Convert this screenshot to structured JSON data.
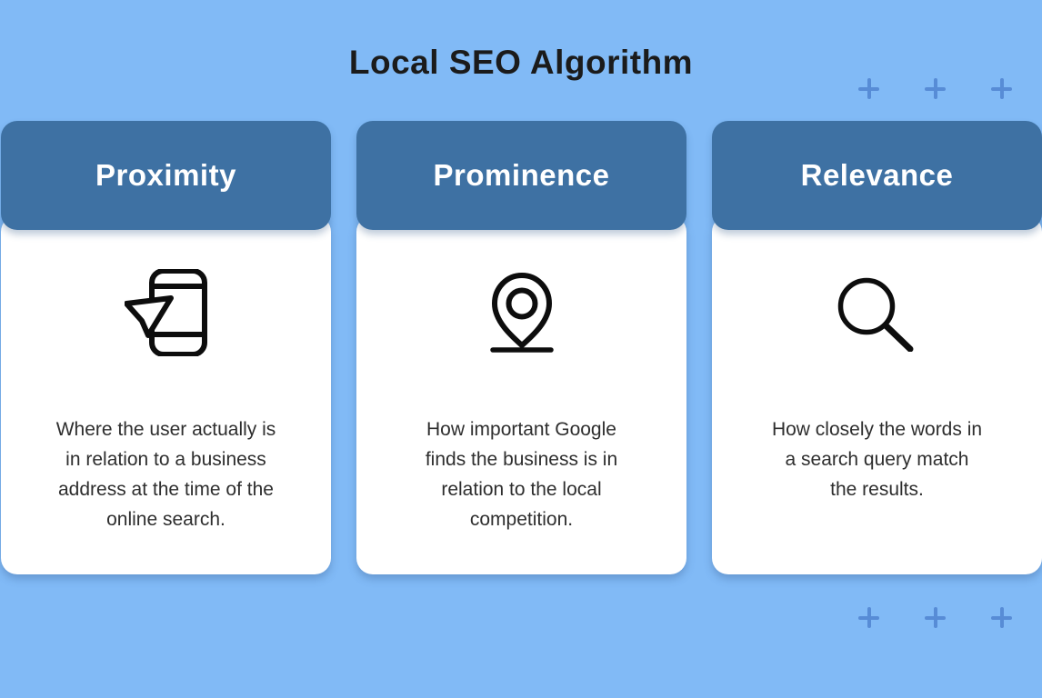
{
  "title": "Local SEO Algorithm",
  "cards": [
    {
      "title": "Proximity",
      "icon": "phone-navigation-icon",
      "description_lines": [
        "Where the user actually is",
        "in relation to a business",
        "address at the time of the",
        "online search."
      ]
    },
    {
      "title": "Prominence",
      "icon": "map-pin-icon",
      "description_lines": [
        "How important Google",
        "finds the business is in",
        "relation to the local",
        "competition."
      ]
    },
    {
      "title": "Relevance",
      "icon": "magnifier-icon",
      "description_lines": [
        "How closely the words in",
        "a search query match",
        "the results."
      ]
    }
  ],
  "decorations": {
    "plus_symbol": "+",
    "top_right_plus_count": 3,
    "bottom_right_plus_count": 3
  },
  "colors": {
    "background": "#81baf6",
    "card_header": "#3e71a3",
    "card_header_text": "#ffffff",
    "card_body": "#ffffff",
    "title_text": "#1b1b1b",
    "body_text": "#2e2e2e",
    "plus": "#578cd6",
    "icon_stroke": "#0d0d0d"
  }
}
